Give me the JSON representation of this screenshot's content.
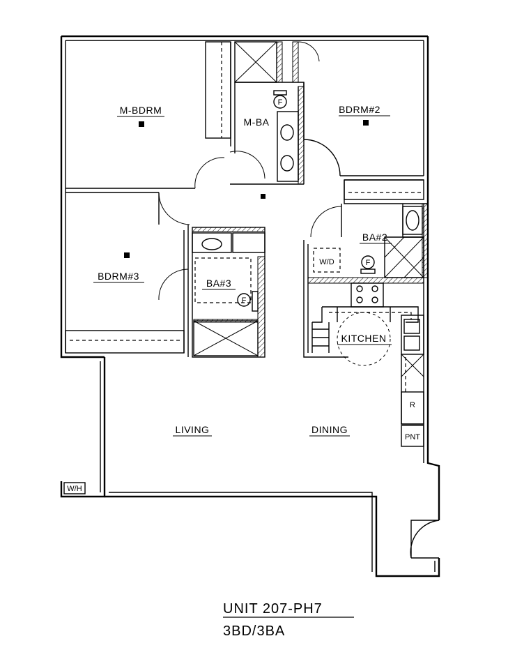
{
  "rooms": {
    "master_bedroom": "M-BDRM",
    "master_bath": "M-BA",
    "bedroom_2": "BDRM#2",
    "bedroom_3": "BDRM#3",
    "bath_2": "BA#2",
    "bath_3": "BA#3",
    "kitchen": "KITCHEN",
    "living": "LIVING",
    "dining": "DINING"
  },
  "fixtures": {
    "washer_dryer": "W/D",
    "water_heater": "W/H",
    "refrigerator": "R",
    "pantry": "PNT",
    "toilet_mark": "F"
  },
  "unit": {
    "name": "UNIT 207-PH7",
    "type": "3BD/3BA"
  }
}
